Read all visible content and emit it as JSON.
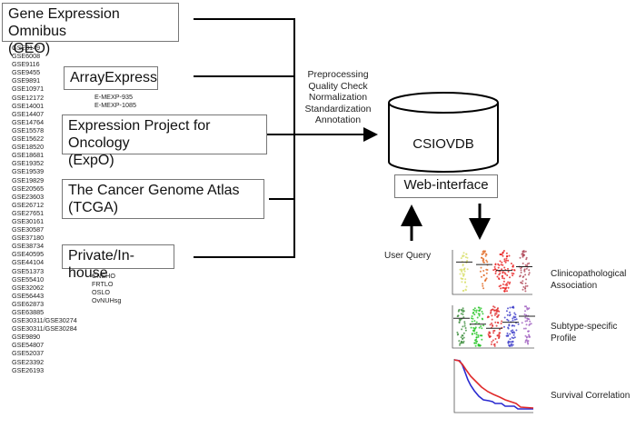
{
  "sources": [
    {
      "name": "Gene Expression Omnibus",
      "abbr": "(GEO)"
    },
    {
      "name": "ArrayExpress"
    },
    {
      "name": "Expression Project for Oncology",
      "abbr": "(ExpO)"
    },
    {
      "name": "The Cancer Genome Atlas",
      "abbr": "(TCGA)"
    },
    {
      "name": "Private/In-house"
    }
  ],
  "geo_datasets": [
    "GSE3149",
    "GSE6008",
    "GSE9116",
    "GSE9455",
    "GSE9891",
    "GSE10971",
    "GSE12172",
    "GSE14001",
    "GSE14407",
    "GSE14764",
    "GSE15578",
    "GSE15622",
    "GSE18520",
    "GSE18681",
    "GSE19352",
    "GSE19539",
    "GSE19829",
    "GSE20565",
    "GSE23603",
    "GSE26712",
    "GSE27651",
    "GSE30161",
    "GSE30587",
    "GSE37180",
    "GSE38734",
    "GSE40595",
    "GSE44104",
    "GSE51373",
    "GSE55410",
    "GSE32062",
    "GSE56443",
    "GSE62873",
    "GSE63885",
    "GSE30311/GSE30274",
    "GSE30311/GSE30284",
    "GSE9890",
    "GSE54807",
    "GSE52037",
    "GSE23392",
    "GSE26193"
  ],
  "arrayexpress_datasets": [
    "E-MEXP-935",
    "E-MEXP-1085"
  ],
  "inhouse_datasets": [
    "CNSHO",
    "FRTLO",
    "OSLO",
    "OvNUHsg"
  ],
  "processing_steps": [
    "Preprocessing",
    "Quality Check",
    "Normalization",
    "Standardization",
    "Annotation"
  ],
  "database": {
    "name": "CSIOVDB",
    "interface": "Web-interface"
  },
  "user_query_label": "User Query",
  "outputs": [
    {
      "label_line1": "Clinicopathological",
      "label_line2": "Association",
      "colors": [
        "#d8df6a",
        "#e0651e",
        "#e81c1c",
        "#b04a5a"
      ]
    },
    {
      "label_line1": "Subtype-specific",
      "label_line2": "Profile",
      "colors": [
        "#3f8f3f",
        "#22c422",
        "#e02a2a",
        "#3a3ac8",
        "#a060c0"
      ]
    },
    {
      "label_line1": "Survival Correlation",
      "label_line2": "",
      "colors": [
        "#2a2ad0",
        "#e02a2a"
      ]
    }
  ]
}
